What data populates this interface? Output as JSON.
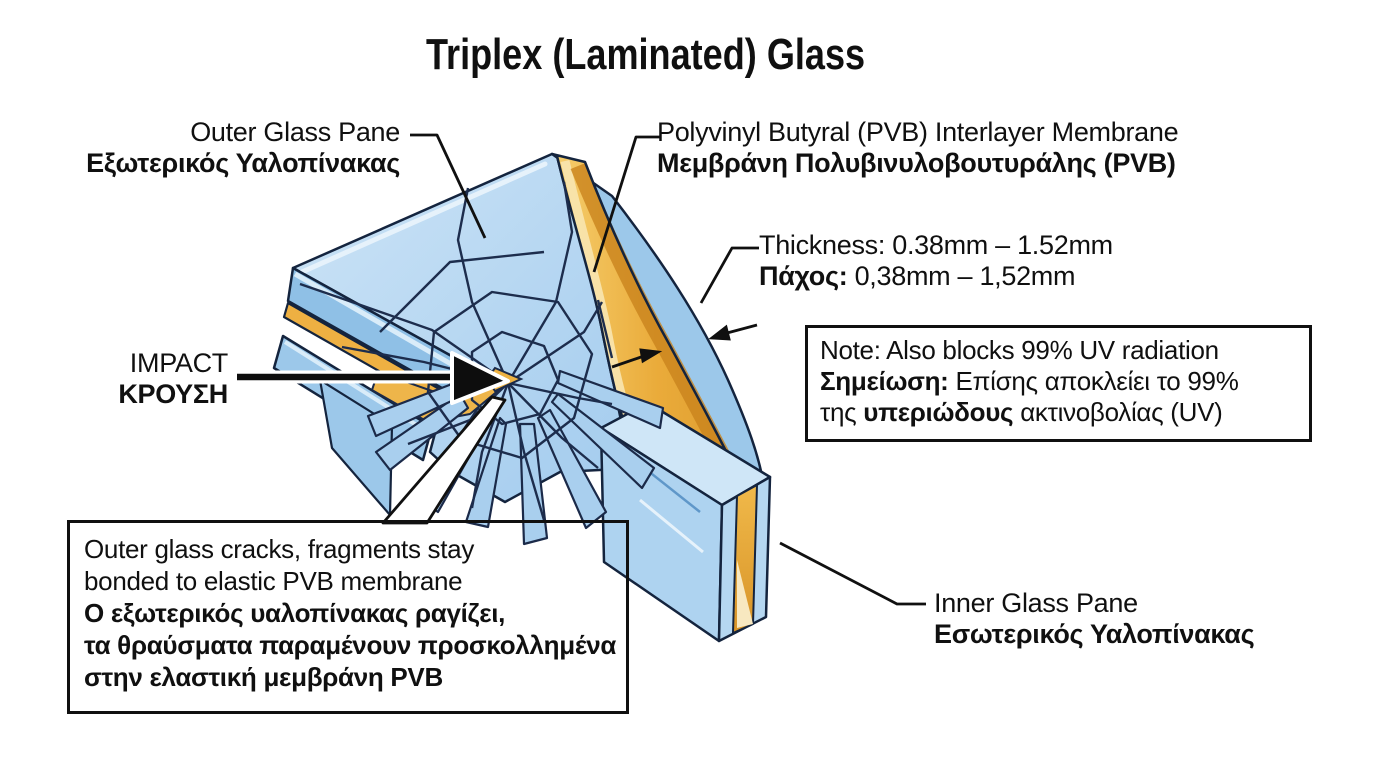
{
  "title": "Triplex (Laminated) Glass",
  "colors": {
    "background": "#ffffff",
    "text": "#101010",
    "outline": "#14243e",
    "glass_blue": "#aed3f0",
    "glass_blue_light": "#cfe6f7",
    "glass_blue_medium": "#8fc0e6",
    "crack_navy": "#1b2a49",
    "pvb_amber": "#eeb042",
    "pvb_amber_light": "#f8e6b0",
    "pvb_amber_dark": "#c9831d"
  },
  "labels": {
    "outer_pane": {
      "en": "Outer Glass Pane",
      "el": "Εξωτερικός Υαλοπίνακας"
    },
    "pvb_membrane": {
      "en": "Polyvinyl Butyral (PVB) Interlayer Membrane",
      "el": "Μεμβράνη Πολυβινυλοβουτυράλης (PVB)"
    },
    "thickness": {
      "en": "Thickness: 0.38mm – 1.52mm",
      "el_bold": "Πάχος:",
      "el_rest": " 0,38mm – 1,52mm"
    },
    "impact": {
      "en": "IMPACT",
      "el": "ΚΡΟΥΣΗ"
    },
    "inner_pane": {
      "en": "Inner Glass Pane",
      "el": "Εσωτερικός Υαλοπίνακας"
    }
  },
  "note_box": {
    "en": "Note: Also blocks 99% UV radiation",
    "el_bold1": "Σημείωση:",
    "el_rest1": " Επίσης αποκλείει το 99%",
    "el_pre2": "της ",
    "el_bold2": "υπεριώδους",
    "el_rest2": " ακτινοβολίας (UV)"
  },
  "crack_note_box": {
    "en1": "Outer glass cracks, fragments stay",
    "en2": "bonded to elastic PVB membrane",
    "el1": "Ο εξωτερικός υαλοπίνακας ραγίζει,",
    "el2": "τα θραύσματα παραμένουν προσκολλημένα",
    "el3": "στην ελαστική μεμβράνη PVB"
  }
}
